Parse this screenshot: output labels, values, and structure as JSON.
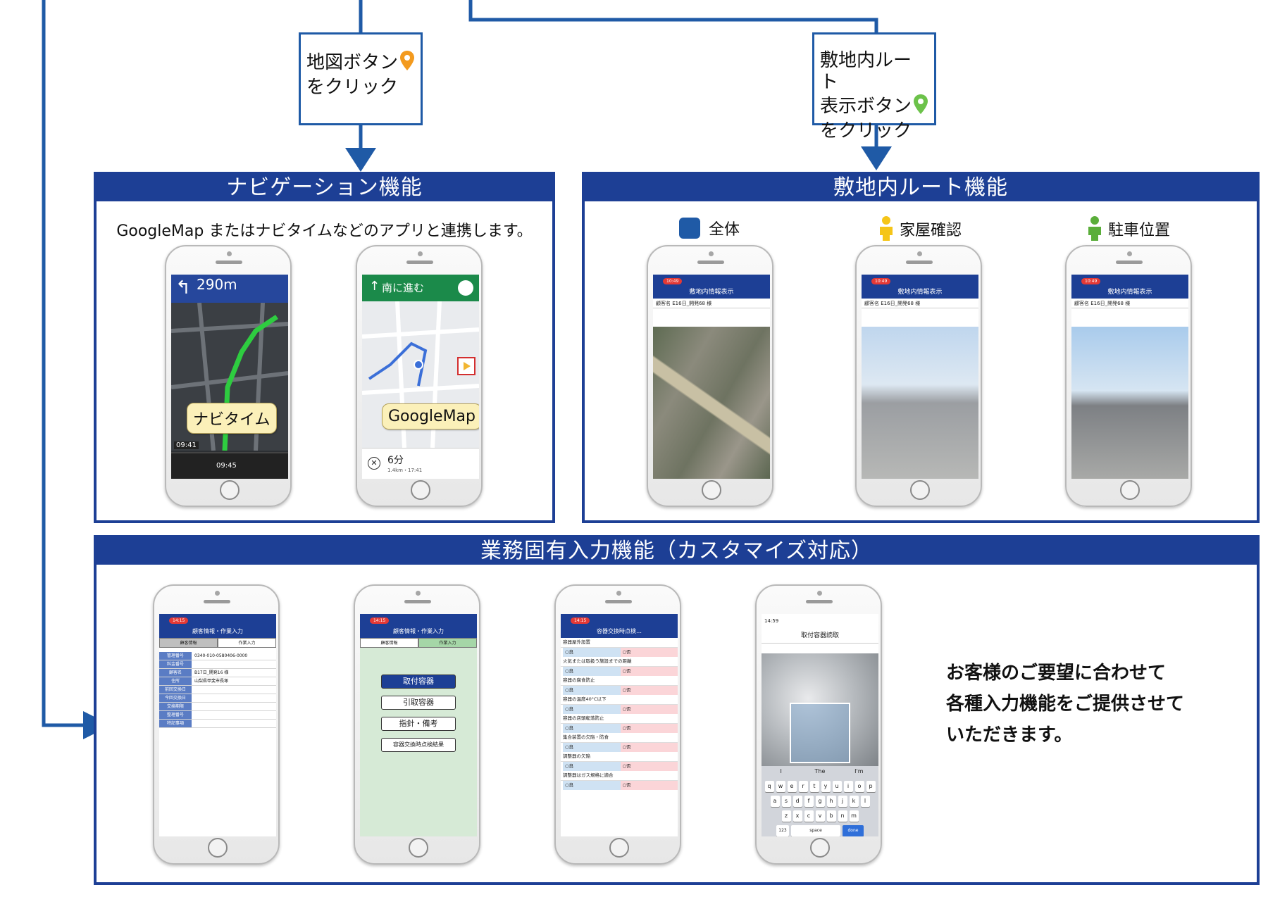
{
  "callouts": {
    "map_button": {
      "line1": "地図ボタン",
      "line2": "をクリック",
      "pin_color": "#f39a1e"
    },
    "route_button": {
      "line1": "敷地内ルート",
      "line2": "表示ボタン",
      "line3": "をクリック",
      "pin_color": "#6cc24a"
    }
  },
  "navigation_panel": {
    "title": "ナビゲーション機能",
    "subtitle": "GoogleMap またはナビタイムなどのアプリと連携します。",
    "phone1": {
      "distance": "290m",
      "badge": "ナビタイム",
      "clock": "09:41",
      "eta": "09:45"
    },
    "phone2": {
      "direction": "南に進む",
      "badge": "GoogleMap",
      "duration": "6分",
      "detail": "1.4km・17:41"
    }
  },
  "route_panel": {
    "title": "敷地内ルート機能",
    "legend": [
      {
        "label": "全体",
        "icon": "square-icon",
        "color": "#1f5aa6"
      },
      {
        "label": "家屋確認",
        "icon": "person-icon",
        "color": "#f5c518"
      },
      {
        "label": "駐車位置",
        "icon": "person-icon",
        "color": "#5aae3a"
      }
    ],
    "screen_title": "敷地内情報表示",
    "customer_label": "顧客名",
    "customer_value": "E16日_開発68 様",
    "time": "10:49",
    "buttons": [
      "全体",
      "家屋確認",
      "駐車位置"
    ]
  },
  "input_panel": {
    "title": "業務固有入力機能（カスタマイズ対応）",
    "note": "お客様のご要望に合わせて\n各種入力機能をご提供させて\nいただきます。",
    "phone1": {
      "time": "14:15",
      "title": "顧客情報・作業入力",
      "tabs": [
        "顧客情報",
        "作業入力"
      ],
      "rows": [
        {
          "k": "管理番号",
          "v": "0340-010-0580406-0000"
        },
        {
          "k": "料金番号",
          "v": ""
        },
        {
          "k": "顧客名",
          "v": "B17日_開発16 様"
        },
        {
          "k": "住所",
          "v": "山梨県甲斐市長塚"
        },
        {
          "k": "前回交換日",
          "v": ""
        },
        {
          "k": "今回交換日",
          "v": ""
        },
        {
          "k": "交換期限",
          "v": ""
        },
        {
          "k": "整理番号",
          "v": ""
        },
        {
          "k": "特記事項",
          "v": ""
        }
      ]
    },
    "phone2": {
      "time": "14:15",
      "title": "顧客情報・作業入力",
      "tabs": [
        "顧客情報",
        "作業入力"
      ],
      "menu": [
        "取付容器",
        "引取容器",
        "指針・備考",
        "容器交換時点検結果"
      ]
    },
    "phone3": {
      "time": "14:15",
      "title": "容器交換時点検…",
      "items": [
        "容器屋外設置",
        "火気または取扱う施設までの距離",
        "容器の腐食防止",
        "容器の温度40°C以下",
        "容器の店頭転落防止",
        "集合装置の欠陥・防食",
        "調整器の欠陥",
        "調整器はガス規格に適合"
      ],
      "ok": "良",
      "ng": "否"
    },
    "phone4": {
      "time": "14:59",
      "title": "取付容器読取",
      "suggestions": [
        "I",
        "The",
        "I'm"
      ],
      "rows": [
        [
          "q",
          "w",
          "e",
          "r",
          "t",
          "y",
          "u",
          "i",
          "o",
          "p"
        ],
        [
          "a",
          "s",
          "d",
          "f",
          "g",
          "h",
          "j",
          "k",
          "l"
        ],
        [
          "z",
          "x",
          "c",
          "v",
          "b",
          "n",
          "m"
        ]
      ],
      "space": "space",
      "done": "done",
      "num": "123"
    }
  },
  "colors": {
    "line": "#1f5aa6",
    "panel": "#1d3f95"
  }
}
